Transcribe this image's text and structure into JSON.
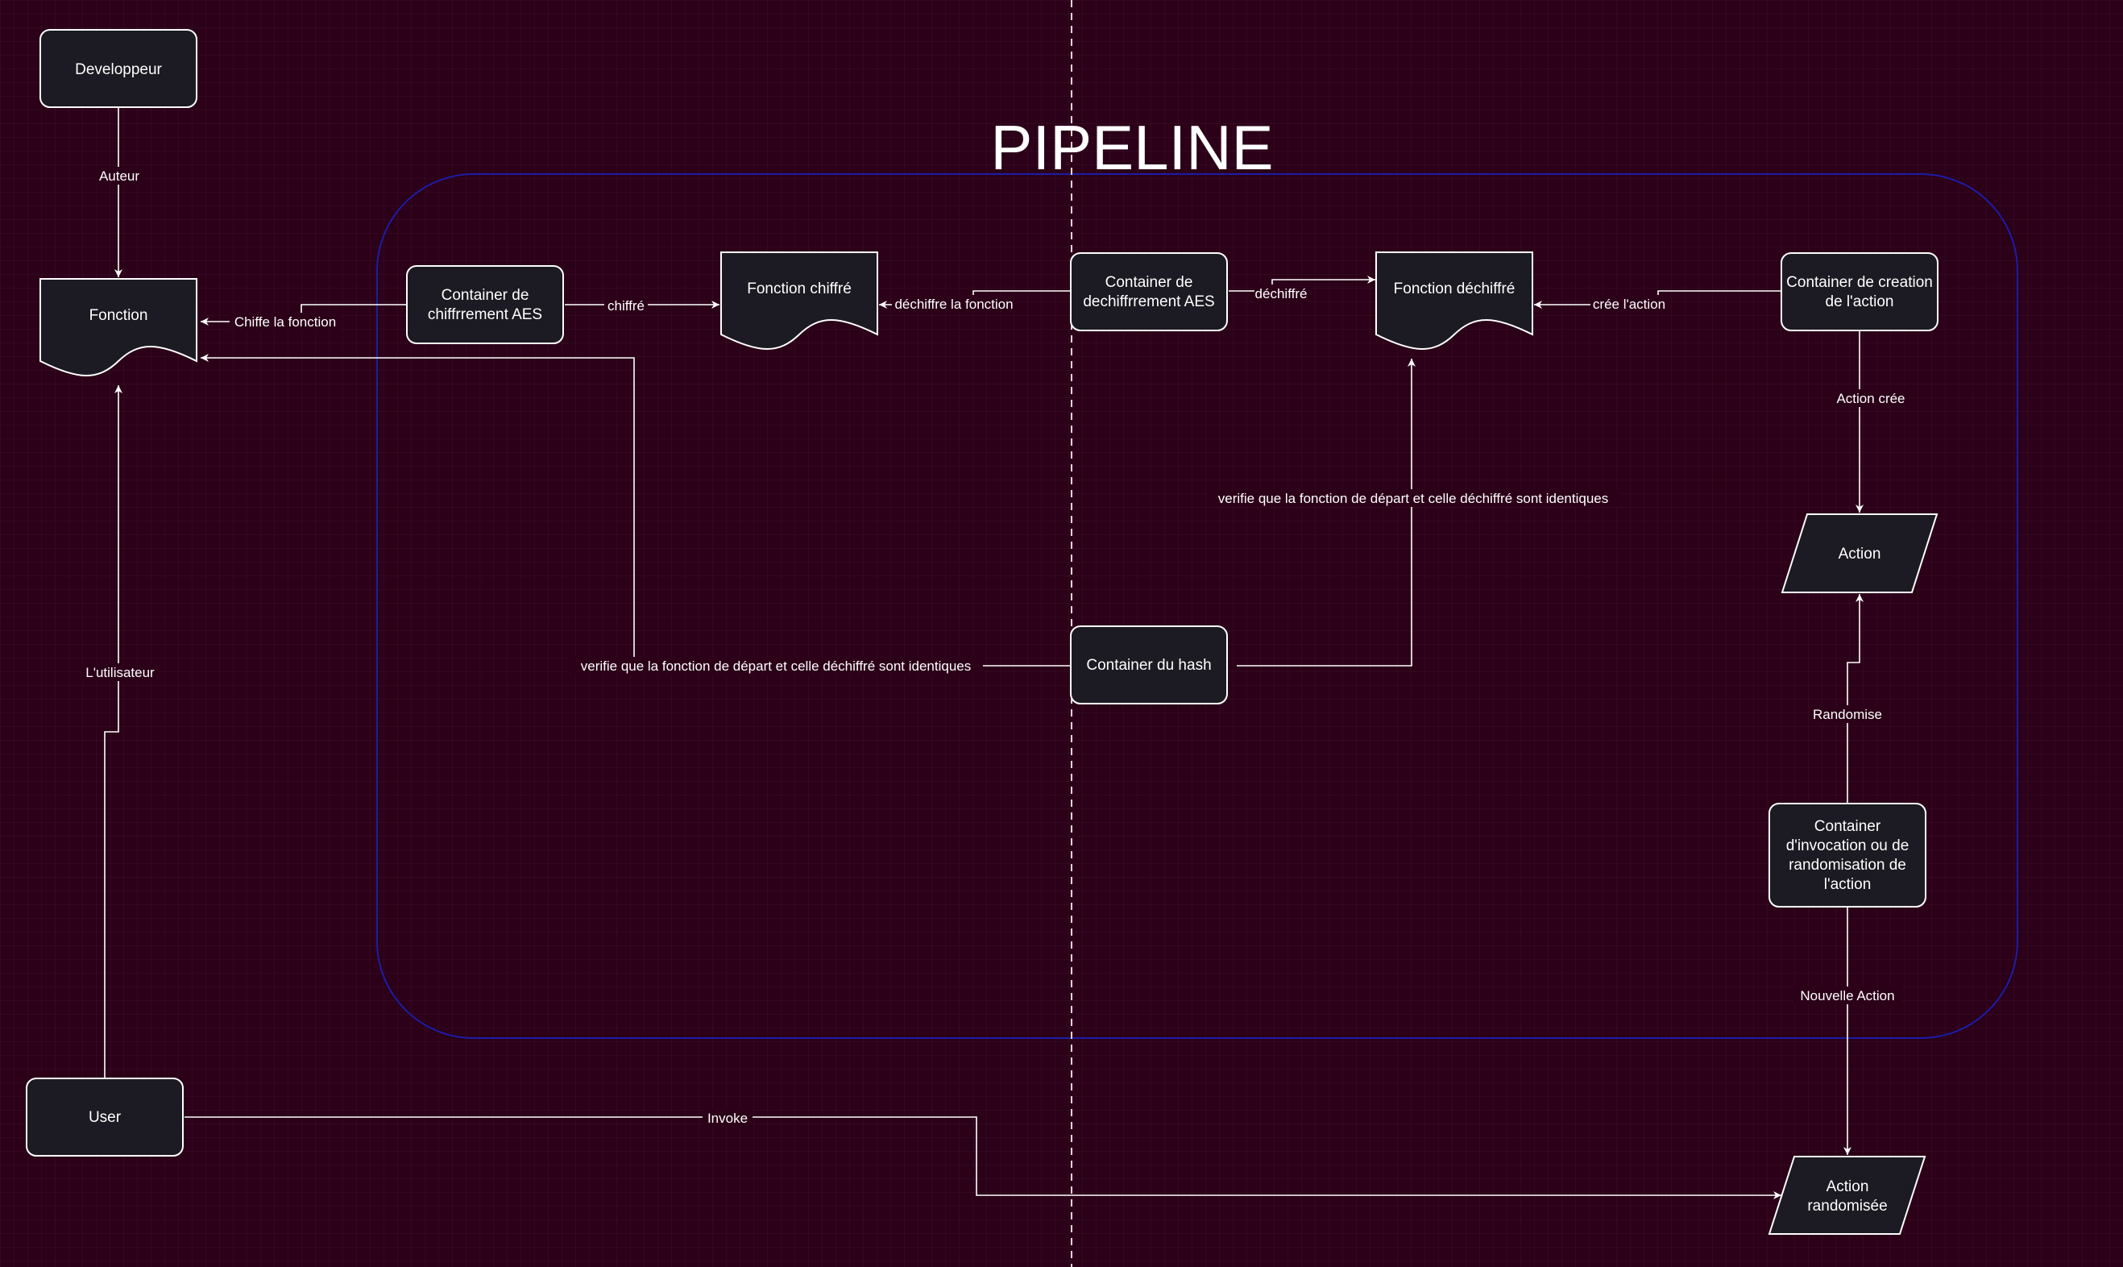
{
  "title": "PIPELINE",
  "colors": {
    "background": "#2b0018",
    "node_fill": "#1c1a22",
    "stroke": "#ffffff",
    "group_border": "#1c1ca8"
  },
  "nodes": {
    "developpeur": [
      "Developpeur"
    ],
    "fonction": [
      "Fonction"
    ],
    "container_chiffrement": [
      "Container de",
      "chiffrrement AES"
    ],
    "fonction_chiffre": [
      "Fonction chiffré"
    ],
    "container_dechiffrement": [
      "Container de",
      "dechiffrrement AES"
    ],
    "fonction_dechiffre": [
      "Fonction déchiffré"
    ],
    "container_creation": [
      "Container de creation",
      "de l'action"
    ],
    "action": [
      "Action"
    ],
    "container_hash": [
      "Container du hash"
    ],
    "container_invocation": [
      "Container",
      "d'invocation ou de",
      "randomisation de",
      "l'action"
    ],
    "user": [
      "User"
    ],
    "action_randomisee": [
      "Action",
      "randomisée"
    ]
  },
  "edges": {
    "auteur": "Auteur",
    "chiffe_la_fonction": "Chiffe la fonction",
    "chiffre": "chiffré",
    "dechiffre_la_fonction": "déchiffre la fonction",
    "dechiffre": "déchiffré",
    "cree_laction": "crée l'action",
    "action_cree": "Action crée",
    "verifie_right": "verifie que la fonction de départ et celle déchiffré sont identiques",
    "verifie_left": "verifie que la fonction de départ et celle déchiffré sont identiques",
    "lutilisateur": "L'utilisateur",
    "randomise": "Randomise",
    "nouvelle_action": "Nouvelle Action",
    "invoke": "Invoke"
  }
}
